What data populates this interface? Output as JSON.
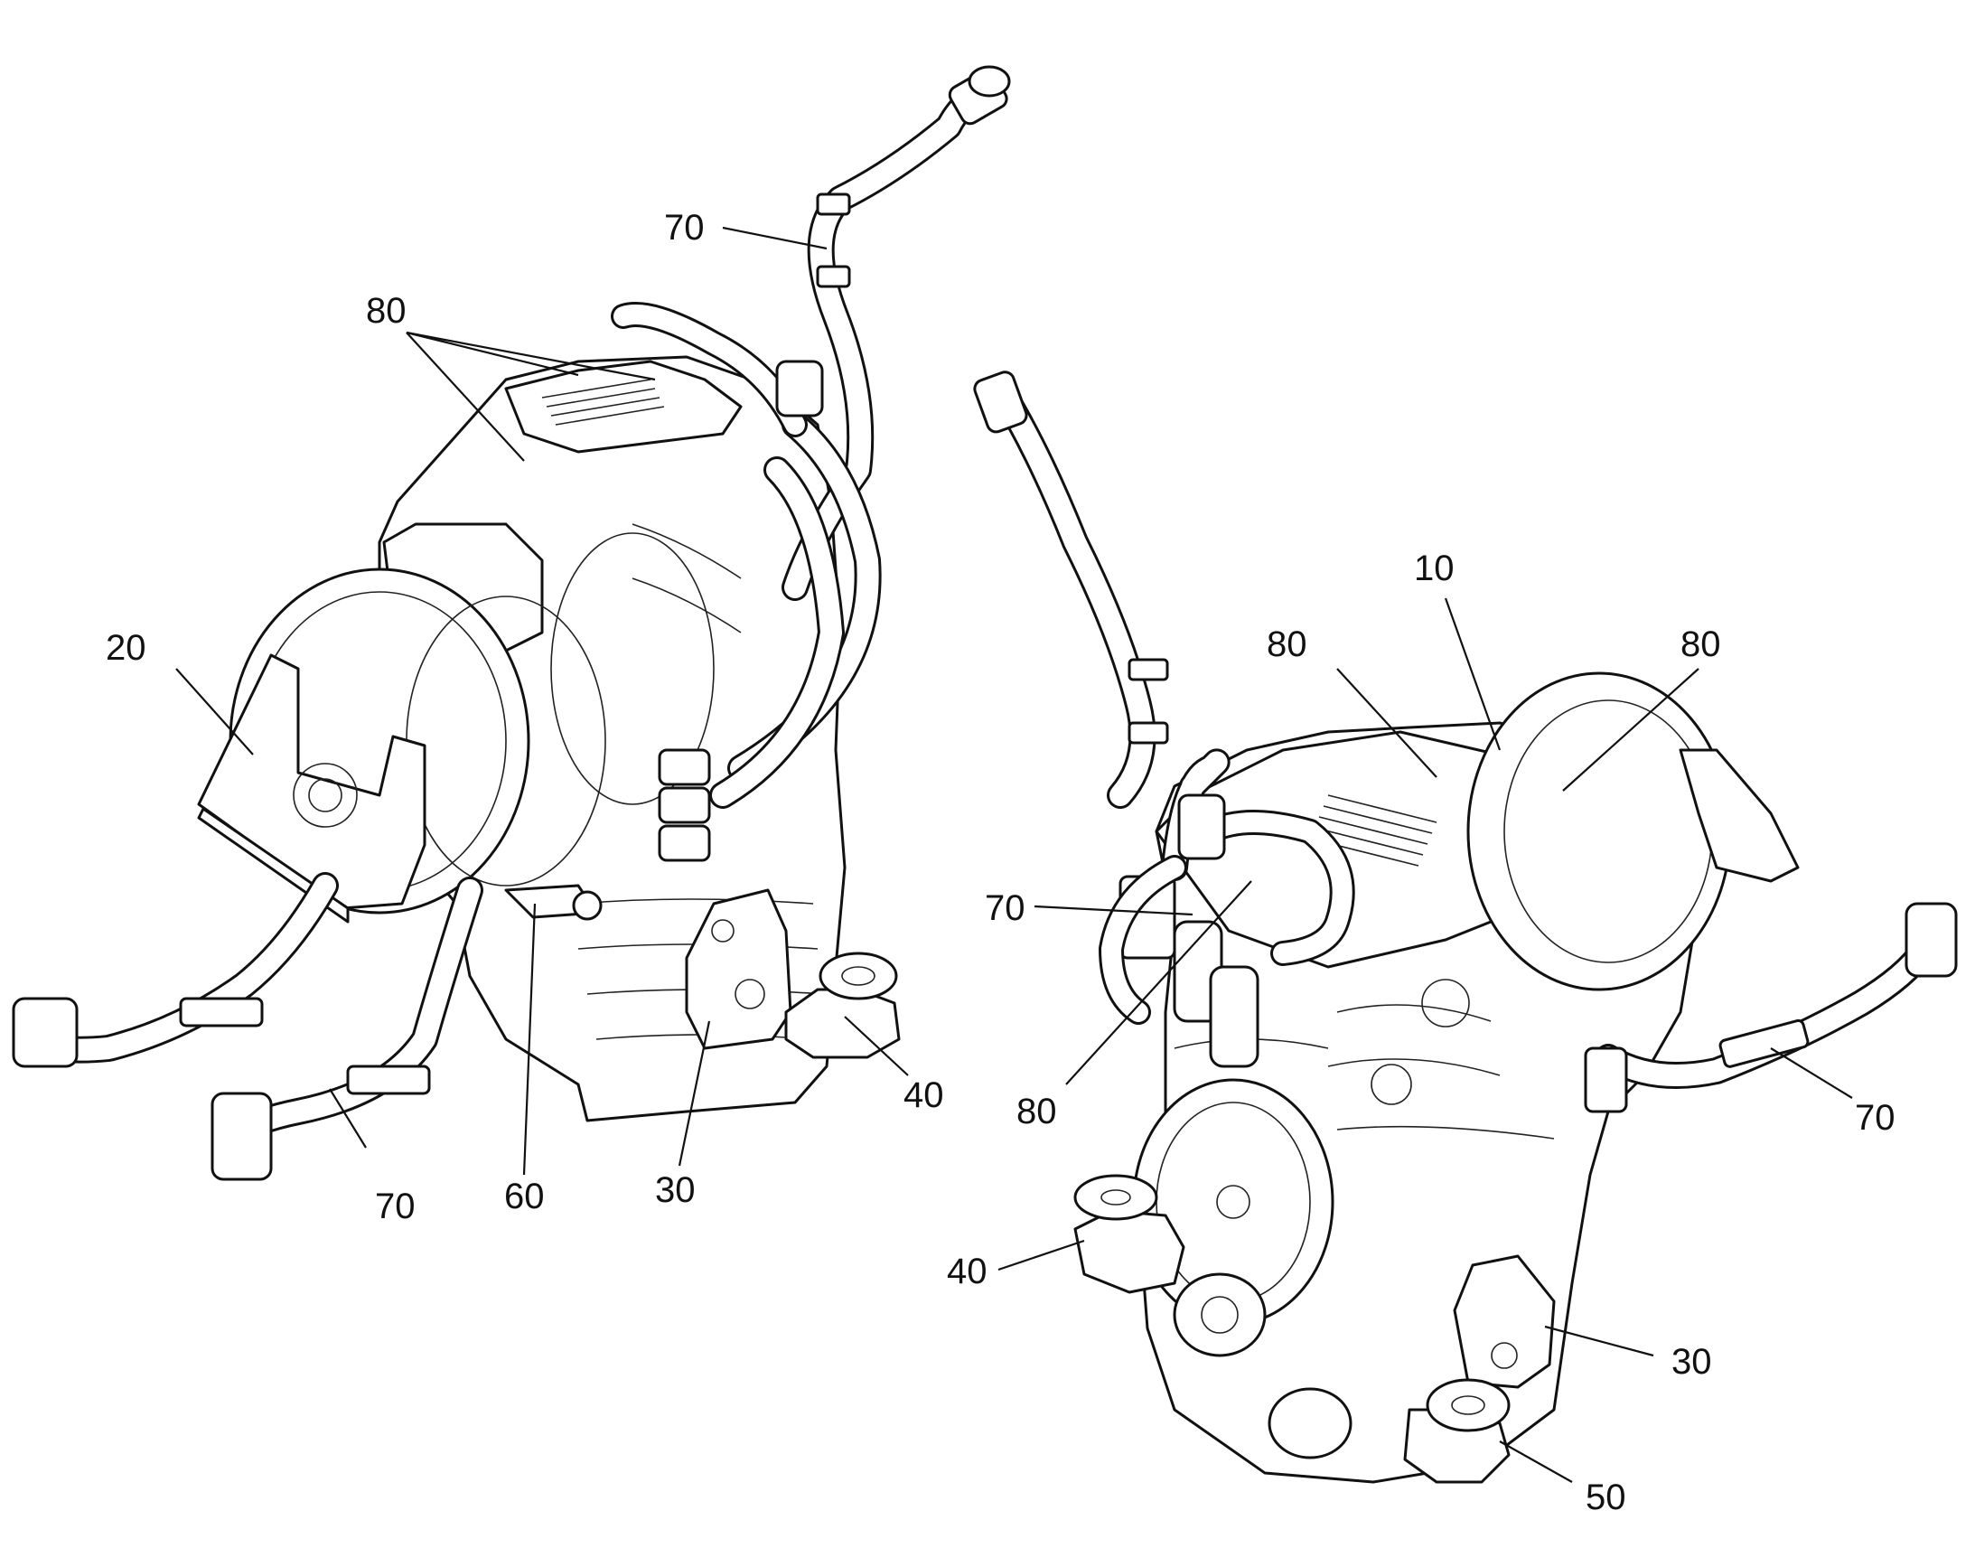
{
  "labels": {
    "l70_top": "70",
    "l80_left": "80",
    "l20": "20",
    "l70_bl1": "70",
    "l60": "60",
    "l30_left": "30",
    "l40_left": "40",
    "l10": "10",
    "l80_r1": "80",
    "l80_r2": "80",
    "l70_r1": "70",
    "l80_r3": "80",
    "l70_r2": "70",
    "l40_r": "40",
    "l30_r": "30",
    "l50": "50"
  },
  "colors": {
    "line": "#111111",
    "background": "#ffffff"
  }
}
